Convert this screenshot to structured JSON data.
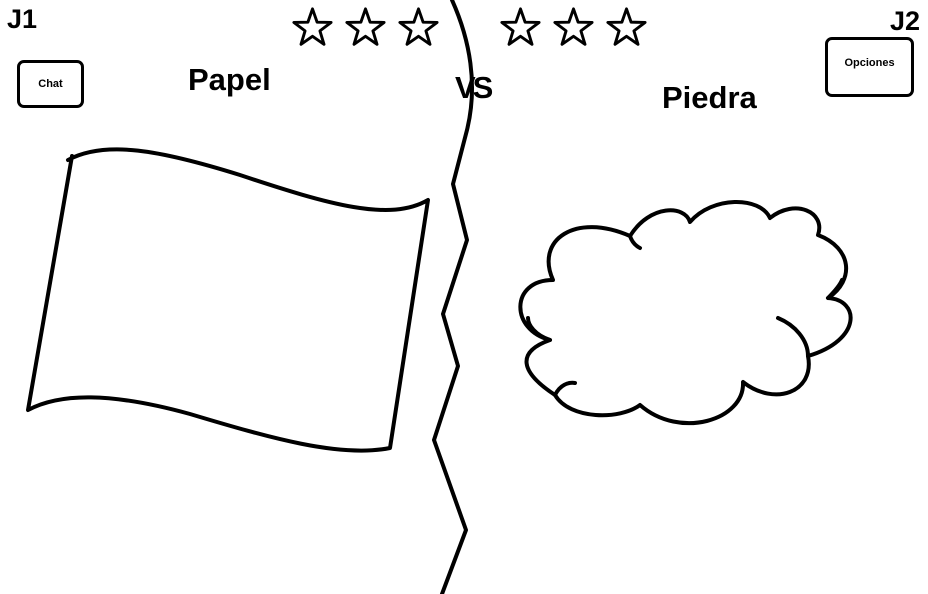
{
  "player1": {
    "tag": "J1",
    "choice": "Papel",
    "stars": 3
  },
  "player2": {
    "tag": "J2",
    "choice": "Piedra",
    "stars": 3
  },
  "versus": "VS",
  "buttons": {
    "chat": "Chat",
    "options": "Opciones"
  },
  "icons": {
    "stars": "star-outline-icon",
    "p1_hand": "paper-sheet-icon",
    "p2_hand": "rock-cloud-icon"
  },
  "colors": {
    "ink": "#000000",
    "background": "#ffffff"
  }
}
